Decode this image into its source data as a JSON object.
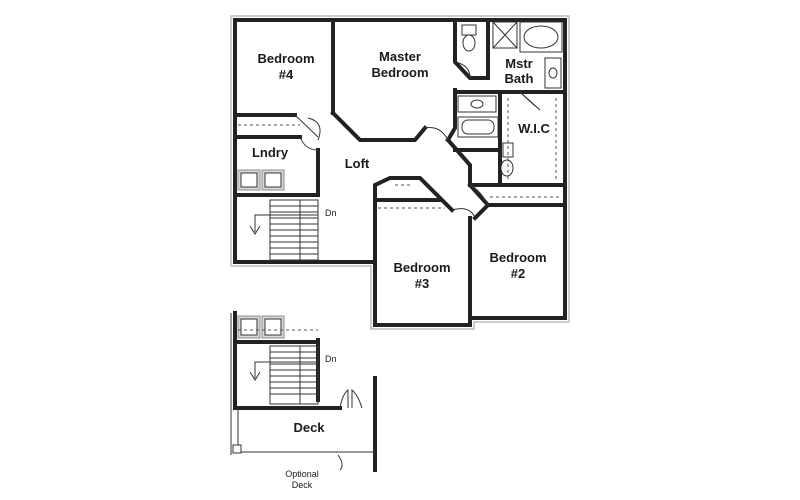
{
  "rooms": {
    "bedroom4": [
      "Bedroom",
      "#4"
    ],
    "master": [
      "Master",
      "Bedroom"
    ],
    "mstr_bath": [
      "Mstr",
      "Bath"
    ],
    "wic": "W.I.C",
    "lndry": "Lndry",
    "loft": "Loft",
    "bedroom3": [
      "Bedroom",
      "#3"
    ],
    "bedroom2": [
      "Bedroom",
      "#2"
    ],
    "deck": "Deck"
  },
  "stairs": {
    "down_label": "Dn"
  },
  "lower": {
    "stairs_down_label": "Dn",
    "optional_deck": [
      "Optional",
      "Deck"
    ]
  },
  "colors": {
    "wall": "#222222",
    "fixture_fill": "#d8d8d8"
  }
}
